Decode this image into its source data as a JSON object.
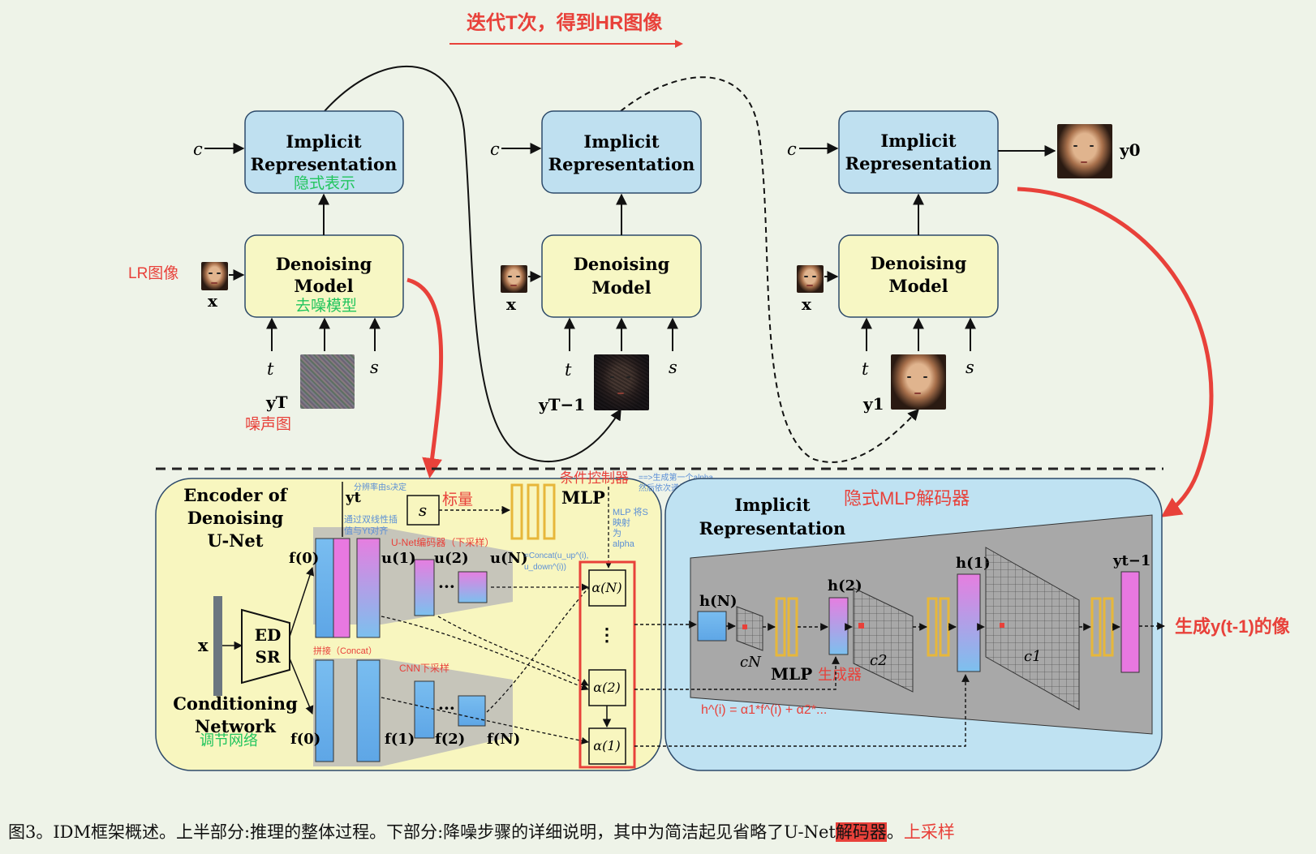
{
  "top": {
    "iteration_note": "迭代T次，得到HR图像",
    "implicit_title_line1": "Implicit",
    "implicit_title_line2": "Representation",
    "implicit_cn": "隐式表示",
    "denoise_title_line1": "Denoising",
    "denoise_title_line2": "Model",
    "denoise_cn": "去噪模型",
    "c_label": "c",
    "x_label": "x",
    "t_label": "t",
    "s_label": "s",
    "lr_note": "LR图像",
    "noise_note": "噪声图",
    "yT_label": "yT",
    "yT1_label": "yT−1",
    "y1_label": "y1",
    "y0_label": "y0"
  },
  "bottom": {
    "encoder_title_1": "Encoder of",
    "encoder_title_2": "Denoising",
    "encoder_title_3": "U-Net",
    "scalar_note": "标量",
    "cond_ctrl_note": "条件控制器",
    "cond_ctrl_detail_1": "==>生成第一个alpha",
    "cond_ctrl_detail_2": "然后依次递推出其它alpha",
    "mlp_label": "MLP",
    "s_box": "s",
    "yt_label": "yt",
    "res_note": "分辨率由s决定",
    "bilinear_note_1": "通过双线性插",
    "bilinear_note_2": "值与Yt对齐",
    "unet_enc_note": "U-Net编码器（下采样）",
    "concat_note_1": "=Concat(u_up^(i),",
    "concat_note_2": "u_down^(i))",
    "mlp_map_note_1": "MLP 将S",
    "mlp_map_note_2": "映射",
    "mlp_map_note_3": "为",
    "mlp_map_note_4": "alpha",
    "f0": "f(0)",
    "f1": "f(1)",
    "f2": "f(2)",
    "fN": "f(N)",
    "u1": "u(1)",
    "u2": "u(2)",
    "uN": "u(N)",
    "dots": "···",
    "alphaN": "α(N)",
    "alpha2": "α(2)",
    "alpha1": "α(1)",
    "x_label": "x",
    "edsr_1": "ED",
    "edsr_2": "SR",
    "splice_note": "拼接（Concat）",
    "cnn_down_note": "CNN下采样",
    "cond_title_1": "Conditioning",
    "cond_title_2": "Network",
    "cond_cn": "调节网络",
    "ir_title_1": "Implicit",
    "ir_title_2": "Representation",
    "mlp_decoder_note": "隐式MLP解码器",
    "hN": "h(N)",
    "h2": "h(2)",
    "h1": "h(1)",
    "cN": "cN",
    "c2": "c2",
    "c1": "c1",
    "mlp_bottom": "MLP",
    "generator_note": "生成器",
    "formula_note": "h^(i) = α1*f^(i) + α2*...",
    "yt1_out": "yt−1",
    "gen_out_note": "生成y(t-1)的像"
  },
  "caption": {
    "main": "图3。IDM框架概述。上半部分:推理的整体过程。下部分:降噪步骤的详细说明，其中为简洁起见省略了U-Net",
    "highlight": "解码器",
    "period": "。",
    "tail": "上采样"
  },
  "colors": {
    "implicit_box": "#bfe0f0",
    "denoise_box": "#f7f7c4",
    "encoder_panel": "#f8f6bf",
    "ir_panel": "#bfe2f2",
    "annotation_red": "#e8413a",
    "annotation_green": "#22c55e",
    "annotation_blue": "#5b8fd6",
    "feature_blue": "#6fb4ec",
    "feature_pink": "#e878e0",
    "mlp_gold": "#e7b73a"
  }
}
